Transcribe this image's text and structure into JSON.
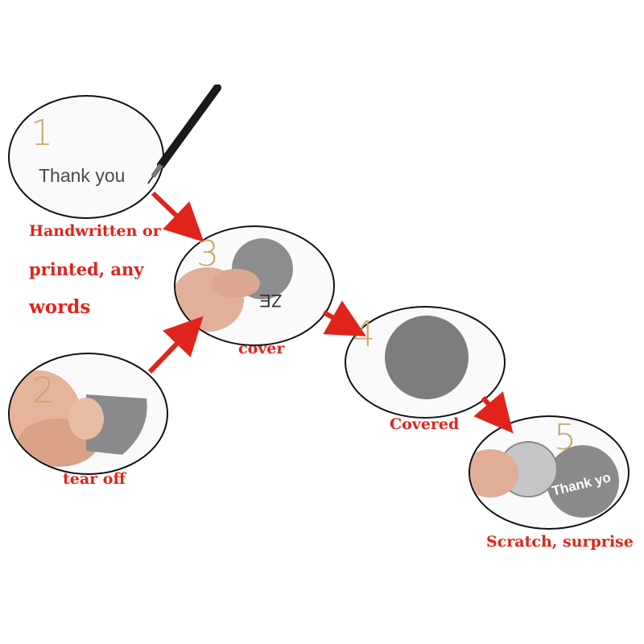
{
  "steps": [
    {
      "number": "1",
      "caption_lines": [
        "Handwritten or",
        "printed,  any",
        "words"
      ],
      "inner_text": "Thank you"
    },
    {
      "number": "2",
      "caption": "tear off"
    },
    {
      "number": "3",
      "caption": "cover",
      "inner_text": "ZE"
    },
    {
      "number": "4",
      "caption": "Covered"
    },
    {
      "number": "5",
      "caption": "Scratch, surprise",
      "inner_text": "Thank yo"
    }
  ],
  "colors": {
    "caption": "#e0241b",
    "number": "#c8a96a",
    "arrow": "#e0241b",
    "scratch_silver": "#7d7d7f"
  }
}
